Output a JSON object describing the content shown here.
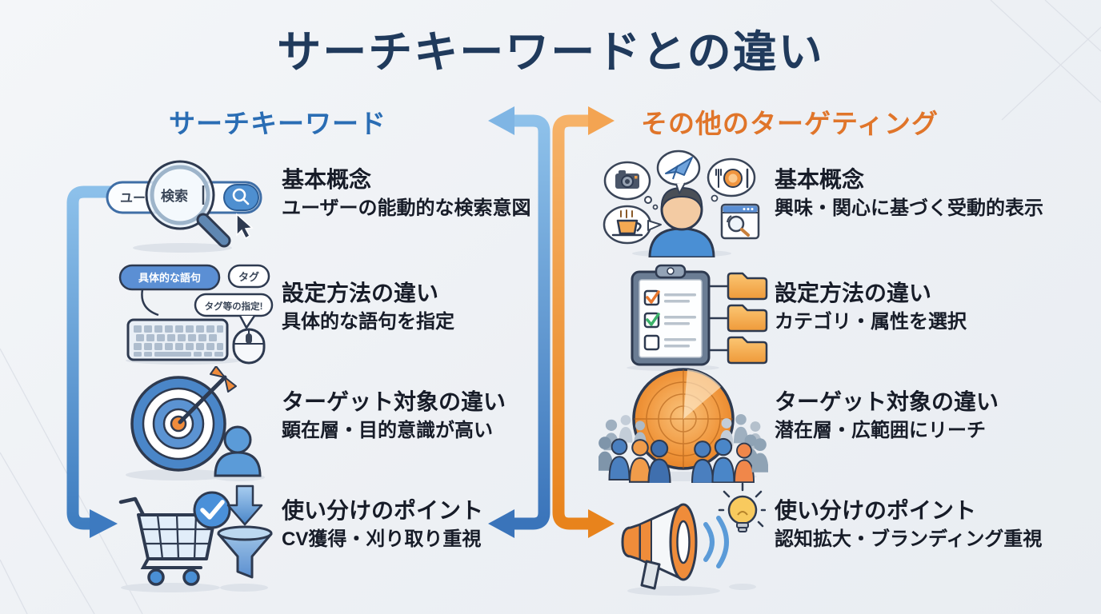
{
  "title": "サーチキーワードとの違い",
  "columns": {
    "left": {
      "header": "サーチキーワード",
      "items": [
        {
          "heading": "基本概念",
          "description": "ユーザーの能動的な検索意図"
        },
        {
          "heading": "設定方法の違い",
          "description": "具体的な語句を指定"
        },
        {
          "heading": "ターゲット対象の違い",
          "description": "顕在層・目的意識が高い"
        },
        {
          "heading": "使い分けのポイント",
          "description": "CV獲得・刈り取り重視"
        }
      ]
    },
    "right": {
      "header": "その他のターゲティング",
      "items": [
        {
          "heading": "基本概念",
          "description": "興味・関心に基づく受動的表示"
        },
        {
          "heading": "設定方法の違い",
          "description": "カテゴリ・属性を選択"
        },
        {
          "heading": "ターゲット対象の違い",
          "description": "潜在層・広範囲にリーチ"
        },
        {
          "heading": "使い分けのポイント",
          "description": "認知拡大・ブランディング重視"
        }
      ]
    }
  },
  "icon_text": {
    "search_bar_value": "ユー",
    "magnifier_value": "検索",
    "keyword_bubble": "具体的な語句",
    "tag_bubble": "タグ",
    "tag_phrase_bubble": "タグ等の指定!"
  },
  "colors": {
    "title": "#203a5c",
    "left_accent": "#2a6db4",
    "right_accent": "#e0752a",
    "body_text": "#171c28",
    "blue_arrow_light": "#8ec1ea",
    "blue_arrow_dark": "#3a74ba",
    "orange_arrow_light": "#f6b268",
    "orange_arrow_dark": "#e8831c",
    "background": "#eef0f4"
  }
}
